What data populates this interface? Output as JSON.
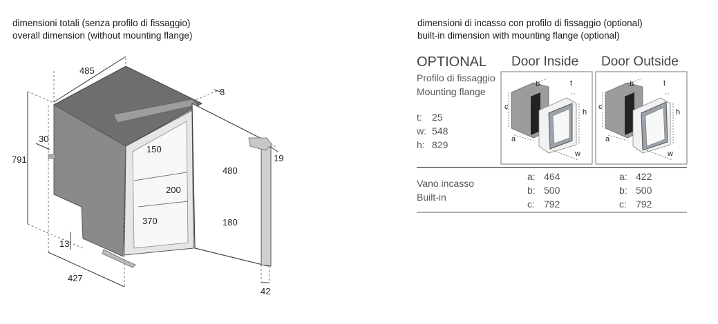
{
  "left_caption": {
    "it": "dimensioni totali (senza profilo di fissaggio)",
    "en": "overall dimension (without mounting flange)"
  },
  "right_caption": {
    "it": "dimensioni di incasso con profilo di fissaggio (optional)",
    "en": "built-in dimension with mounting flange (optional)"
  },
  "fridge_dimensions": {
    "width_top": "485",
    "height": "791",
    "depth_base": "427",
    "flange_8": "8",
    "step_30": "30",
    "step_13": "13",
    "door_19": "19",
    "door_42": "42",
    "shelf_150": "150",
    "shelf_200": "200",
    "shelf_370": "370",
    "inner_480": "480",
    "inner_180": "180"
  },
  "optional_table": {
    "title": "OPTIONAL",
    "subtitle_it": "Profilo di fissaggio",
    "subtitle_en": "Mounting flange",
    "specs": [
      {
        "label": "t:",
        "value": "25"
      },
      {
        "label": "w:",
        "value": "548"
      },
      {
        "label": "h:",
        "value": "829"
      }
    ],
    "door_inside": {
      "title": "Door Inside",
      "letters": {
        "a": "a",
        "b": "b",
        "c": "c",
        "t": "t",
        "h": "h",
        "w": "w"
      },
      "values": [
        {
          "label": "a:",
          "value": "464"
        },
        {
          "label": "b:",
          "value": "500"
        },
        {
          "label": "c:",
          "value": "792"
        }
      ]
    },
    "door_outside": {
      "title": "Door Outside",
      "letters": {
        "a": "a",
        "b": "b",
        "c": "c",
        "t": "t",
        "h": "h",
        "w": "w"
      },
      "values": [
        {
          "label": "a:",
          "value": "422"
        },
        {
          "label": "b:",
          "value": "500"
        },
        {
          "label": "c:",
          "value": "792"
        }
      ]
    },
    "builtin_it": "Vano incasso",
    "builtin_en": "Built-in"
  }
}
